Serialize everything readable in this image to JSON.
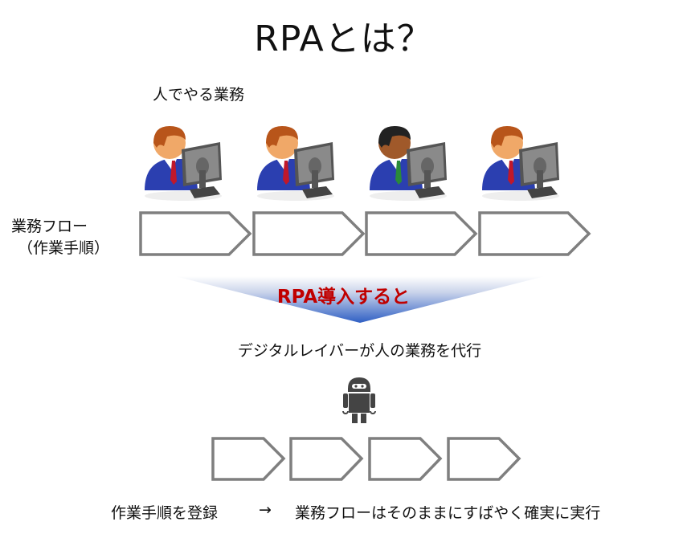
{
  "title": "RPAとは？",
  "human_section": {
    "caption": "人でやる業務",
    "workers": [
      {
        "hair": "#b8551a",
        "tie": "#c0182a",
        "skin": "#f0a868"
      },
      {
        "hair": "#b8551a",
        "tie": "#c0182a",
        "skin": "#f0a868"
      },
      {
        "hair": "#222222",
        "tie": "#2a8a3a",
        "skin": "#a0592a"
      },
      {
        "hair": "#b8551a",
        "tie": "#c0182a",
        "skin": "#f0a868"
      }
    ],
    "flow_label_line1": "業務フロー",
    "flow_label_line2": "（作業手順）",
    "flow_steps": 4
  },
  "transition": {
    "text": "RPA導入すると",
    "text_color": "#c00000",
    "arrow_gradient_top": "#ffffff",
    "arrow_gradient_bottom": "#2f5fc4"
  },
  "robot_section": {
    "caption": "デジタルレイバーが人の業務を代行",
    "icon": "robot-icon",
    "flow_steps": 4
  },
  "footer": {
    "left": "作業手順を登録",
    "arrow": "→",
    "right": "業務フローはそのままにすばやく確実に実行"
  },
  "colors": {
    "flow_stroke": "#7f7f7f",
    "robot": "#444444",
    "suit": "#2b3fb0"
  }
}
